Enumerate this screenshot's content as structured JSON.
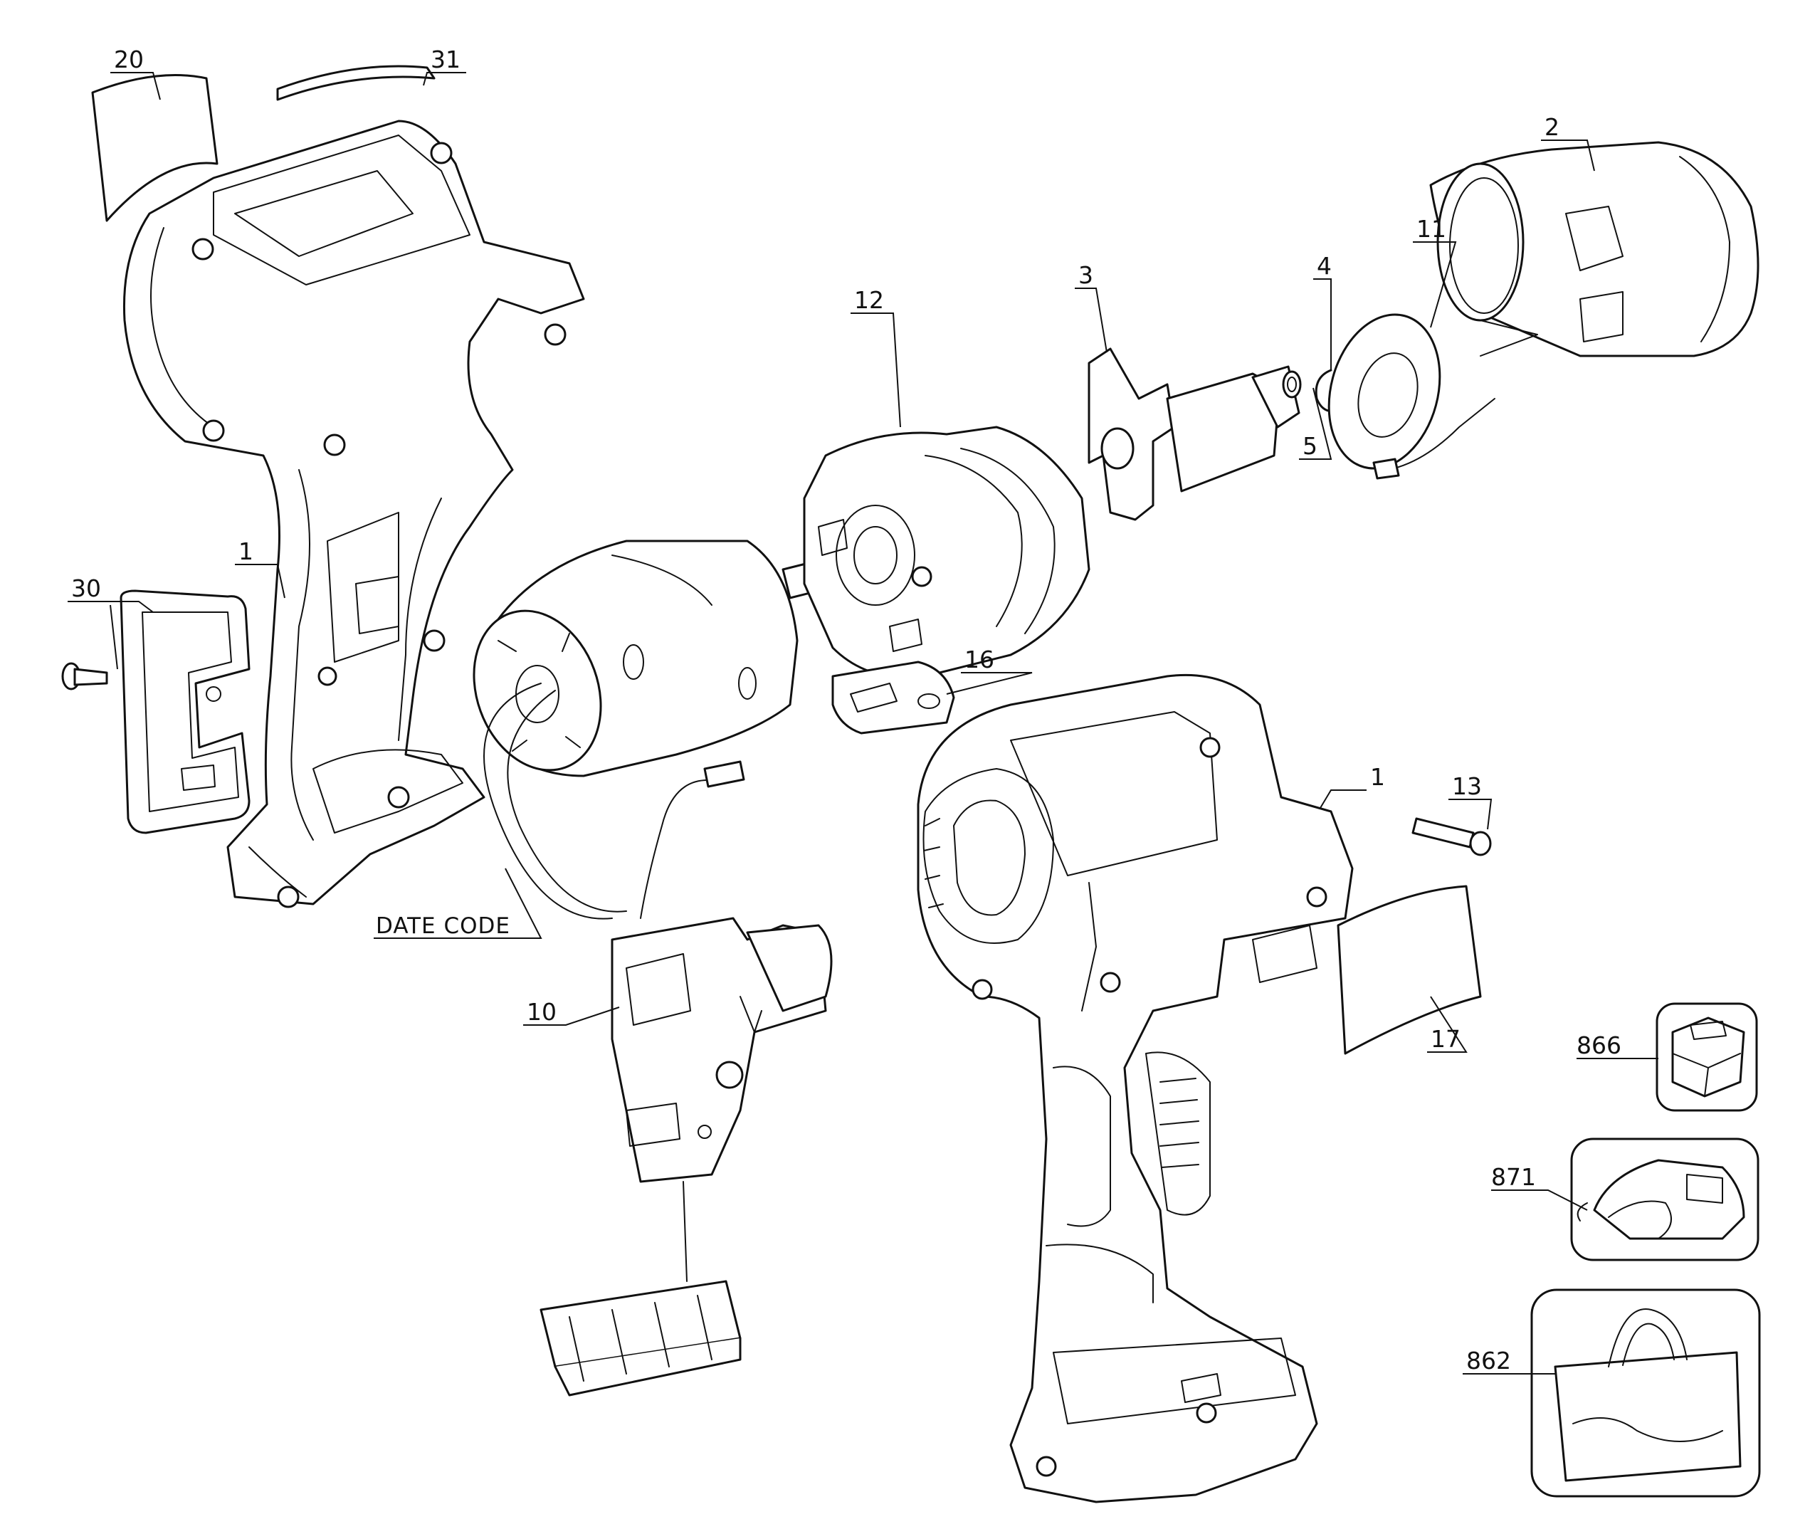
{
  "callouts": {
    "c20": "20",
    "c31": "31",
    "c2": "2",
    "c11": "11",
    "c4": "4",
    "c3": "3",
    "c12": "12",
    "c5": "5",
    "c1a": "1",
    "c30": "30",
    "c16": "16",
    "c1b": "1",
    "c13": "13",
    "c10": "10",
    "c17": "17",
    "c866": "866",
    "c871": "871",
    "c862": "862"
  },
  "notes": {
    "date_code": "DATE CODE"
  }
}
